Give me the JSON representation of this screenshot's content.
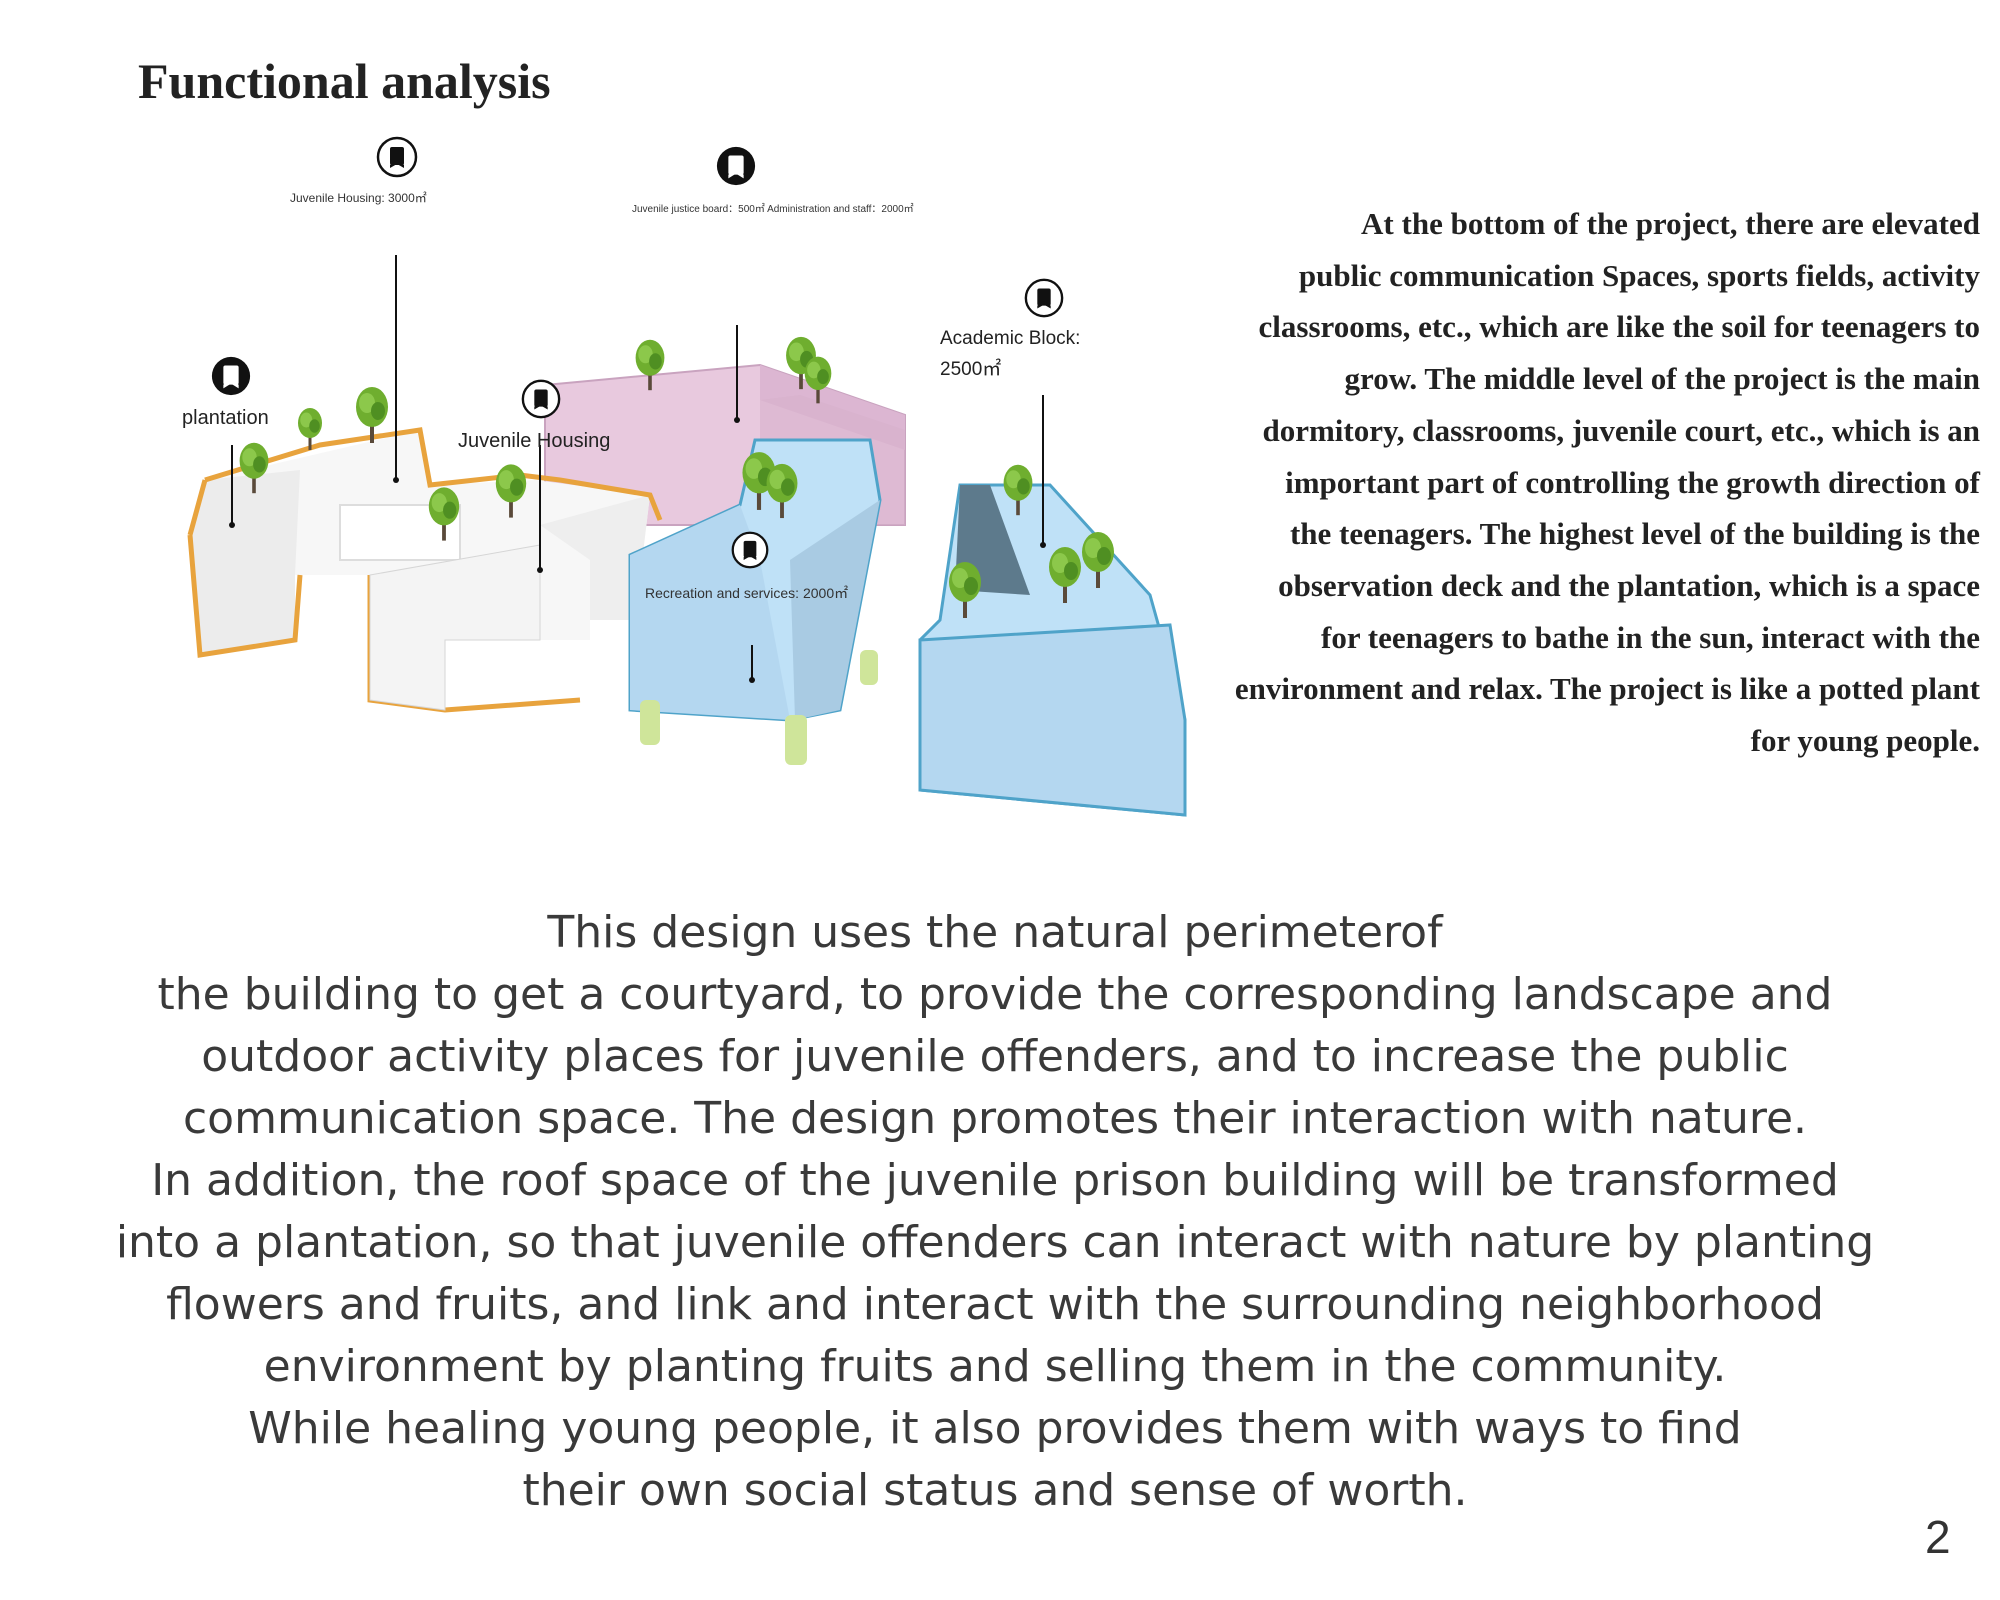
{
  "title": "Functional analysis",
  "diagram": {
    "labels": {
      "juvenile_housing_area": "Juvenile Housing: 3000㎡",
      "justice_admin_area": "Juvenile justice board：500㎡ Administration and staff：2000㎡",
      "academic_block": "Academic Block:",
      "academic_block_area": "2500㎡",
      "plantation": "plantation",
      "juvenile_housing": "Juvenile Housing",
      "recreation_services": "Recreation and services: 2000㎡"
    },
    "colors": {
      "orange_outline": "#e8a33d",
      "pink_block": "#e8c9de",
      "blue_block": "#bfe1f7",
      "blue_outline": "#4fa3c9",
      "white_block": "#f7f7f7",
      "tree_green": "#6fae2f",
      "pin_black": "#111111"
    },
    "icons": [
      "pin-icon",
      "tree-icon"
    ]
  },
  "right_paragraph": [
    "At the bottom of the project, there are elevated",
    "public communication Spaces, sports fields, activity",
    "classrooms, etc., which are like the soil for teenagers to",
    "grow. The middle level of the project is the main",
    "dormitory, classrooms, juvenile court, etc., which is an",
    "important part of controlling the growth direction of",
    "the teenagers. The highest level of the building is the",
    "observation deck and the plantation, which is a space",
    "for teenagers to bathe in the sun, interact with the",
    "environment and relax. The project is like a potted plant",
    "for young people."
  ],
  "bottom_paragraph": [
    "This design uses the natural perimeterof",
    "the building to get a courtyard, to provide the corresponding landscape and",
    "outdoor activity places for juvenile offenders, and to increase the public",
    "communication space. The design promotes their interaction with nature.",
    "In addition, the roof space of the juvenile prison building will be transformed",
    "into a plantation, so that juvenile offenders can interact with nature by planting",
    "flowers and fruits, and link and interact with the surrounding neighborhood",
    "environment by planting fruits and selling them in the community.",
    "While healing young people, it also provides them with ways to find",
    "their own social status and sense of worth."
  ],
  "page_number": "2"
}
